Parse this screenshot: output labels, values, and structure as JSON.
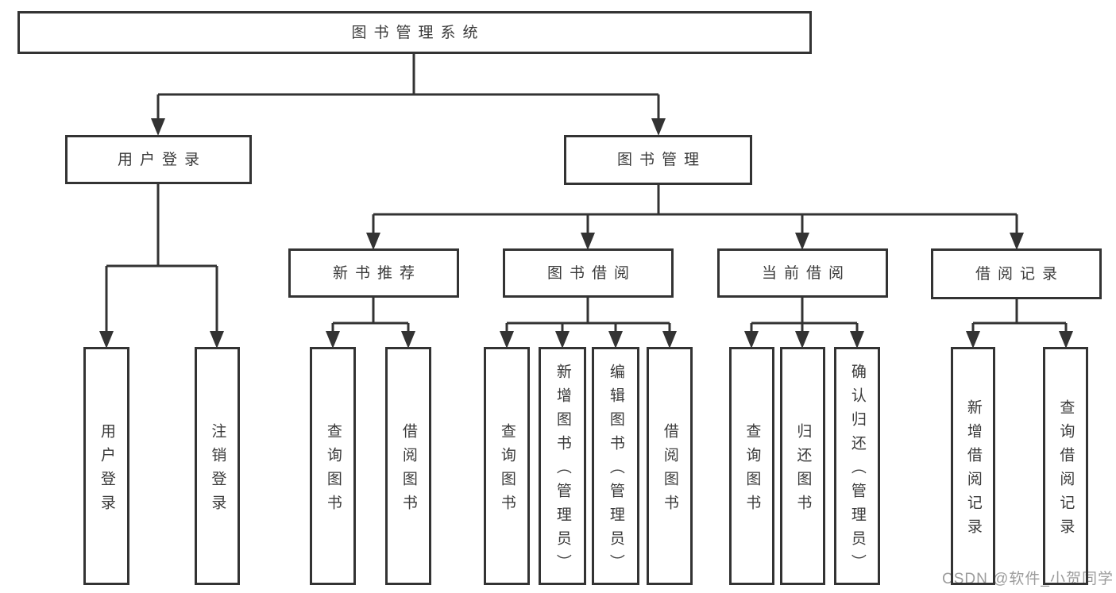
{
  "diagram": {
    "root": {
      "label": "图书管理系统"
    },
    "branches": [
      {
        "label": "用户登录",
        "leaves": [
          "用户登录",
          "注销登录"
        ]
      },
      {
        "label": "图书管理",
        "children": [
          {
            "label": "新书推荐",
            "leaves": [
              "查询图书",
              "借阅图书"
            ]
          },
          {
            "label": "图书借阅",
            "leaves": [
              "查询图书",
              "新增图书（管理员）",
              "编辑图书（管理员）",
              "借阅图书"
            ]
          },
          {
            "label": "当前借阅",
            "leaves": [
              "查询图书",
              "归还图书",
              "确认归还（管理员）"
            ]
          },
          {
            "label": "借阅记录",
            "leaves": [
              "新增借阅记录",
              "查询借阅记录"
            ]
          }
        ]
      }
    ]
  },
  "watermark": {
    "text": "CSDN @软件_小贺同学"
  },
  "colors": {
    "line": "#333333",
    "text": "#3a3a3a",
    "background": "#ffffff",
    "watermark": "#9c9c9c"
  }
}
